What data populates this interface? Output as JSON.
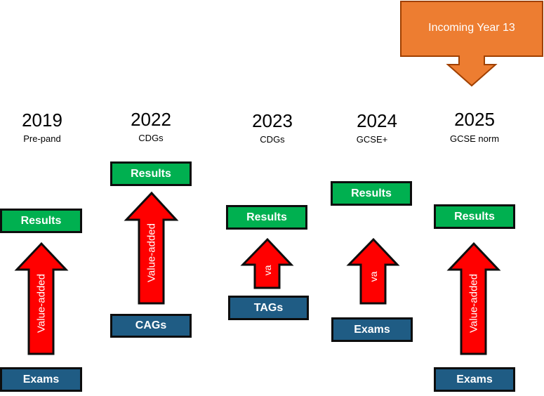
{
  "callout": {
    "label": "Incoming Year 13",
    "fill": "#ed7d31",
    "stroke": "#a04000"
  },
  "colors": {
    "results": "#00b050",
    "exams": "#1f5c84",
    "arrow_fill": "#ff0000",
    "arrow_stroke": "#0d0d0d"
  },
  "columns": [
    {
      "year": "2019",
      "subtitle": "Pre-pand",
      "top_box": "Results",
      "arrow_label": "Value-added",
      "bottom_box": "Exams"
    },
    {
      "year": "2022",
      "subtitle": "CDGs",
      "top_box": "Results",
      "arrow_label": "Value-added",
      "bottom_box": "CAGs"
    },
    {
      "year": "2023",
      "subtitle": "CDGs",
      "top_box": "Results",
      "arrow_label": "va",
      "bottom_box": "TAGs"
    },
    {
      "year": "2024",
      "subtitle": "GCSE+",
      "top_box": "Results",
      "arrow_label": "va",
      "bottom_box": "Exams"
    },
    {
      "year": "2025",
      "subtitle": "GCSE norm",
      "top_box": "Results",
      "arrow_label": "Value-added",
      "bottom_box": "Exams"
    }
  ]
}
